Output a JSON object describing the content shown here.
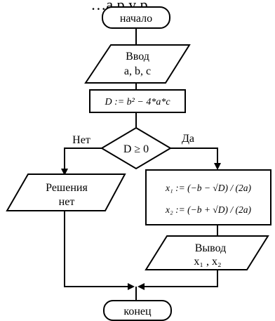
{
  "diagram": {
    "top_text_fragment": "…а р у р",
    "start_label": "начало",
    "input_block": {
      "line1": "Ввод",
      "line2": "a, b, c"
    },
    "discriminant_formula": "D := b² − 4*a*c",
    "condition": "D ≥ 0",
    "branch_no": "Нет",
    "branch_yes": "Да",
    "no_solution": {
      "line1": "Решения",
      "line2": "нет"
    },
    "roots": {
      "x1": "x₁ := (−b − √D) / (2a)",
      "x2": "x₂ := (−b + √D) / (2a)"
    },
    "output_block": {
      "line1": "Вывод",
      "line2": "x₁ , x₂"
    },
    "end_label": "конец"
  }
}
